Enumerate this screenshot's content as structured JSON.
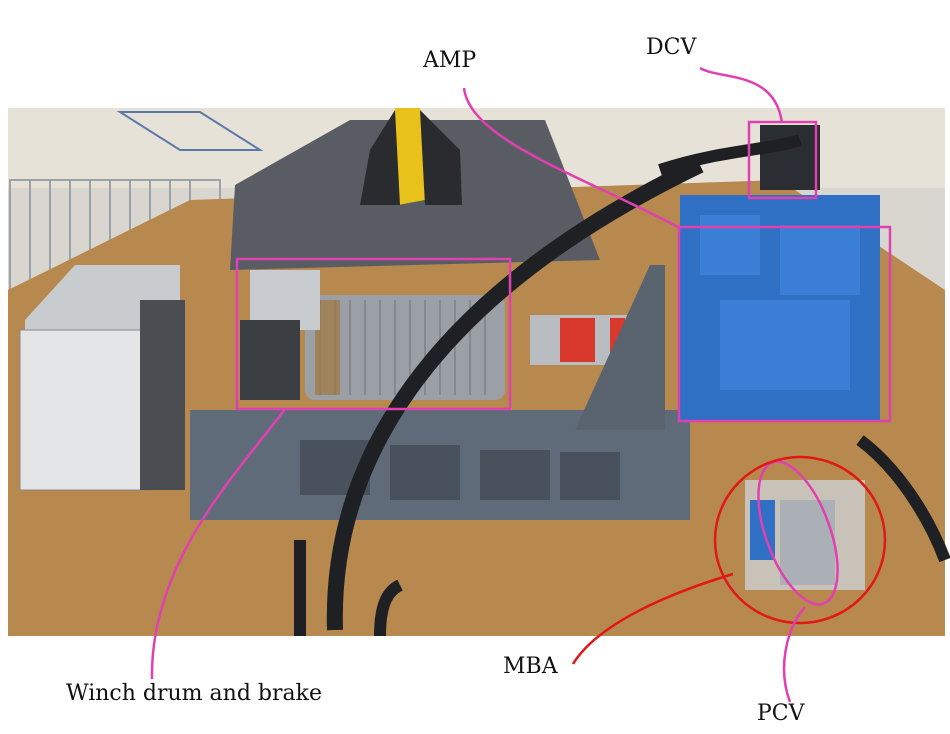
{
  "labels": {
    "amp": "AMP",
    "dcv": "DCV",
    "mba": "MBA",
    "pcv": "PCV",
    "winch": "Winch drum and brake"
  },
  "colors": {
    "highlight_magenta": "#e040b0",
    "highlight_red": "#e01818",
    "valve_blue": "#2f6fc4",
    "floor_plate": "#b8894e",
    "steel_frame": "#5f6b78"
  },
  "photo": {
    "description_free": true
  }
}
